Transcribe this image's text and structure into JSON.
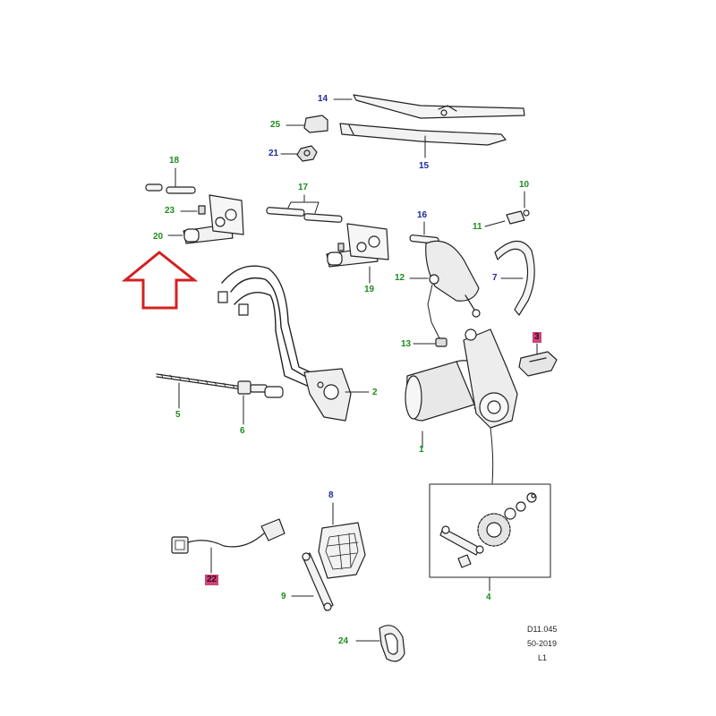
{
  "parts": {
    "c14": "14",
    "c25": "25",
    "c21": "21",
    "c15": "15",
    "c18": "18",
    "c23": "23",
    "c20": "20",
    "c17": "17",
    "c16": "16",
    "c10": "10",
    "c11": "11",
    "c7": "7",
    "c12": "12",
    "c19": "19",
    "c13": "13",
    "c3": "3",
    "c2": "2",
    "c5": "5",
    "c6": "6",
    "c1": "1",
    "c8": "8",
    "c22": "22",
    "c9": "9",
    "c4": "4",
    "c24": "24"
  },
  "reference": {
    "line1": "D11.045",
    "line2": "50-2019",
    "line3": "L1"
  },
  "colors": {
    "green_callout": "#1c8c1c",
    "blue_callout": "#1a2a9c",
    "magenta_callout": "#c8467a",
    "highlight_arrow": "#d42020"
  }
}
